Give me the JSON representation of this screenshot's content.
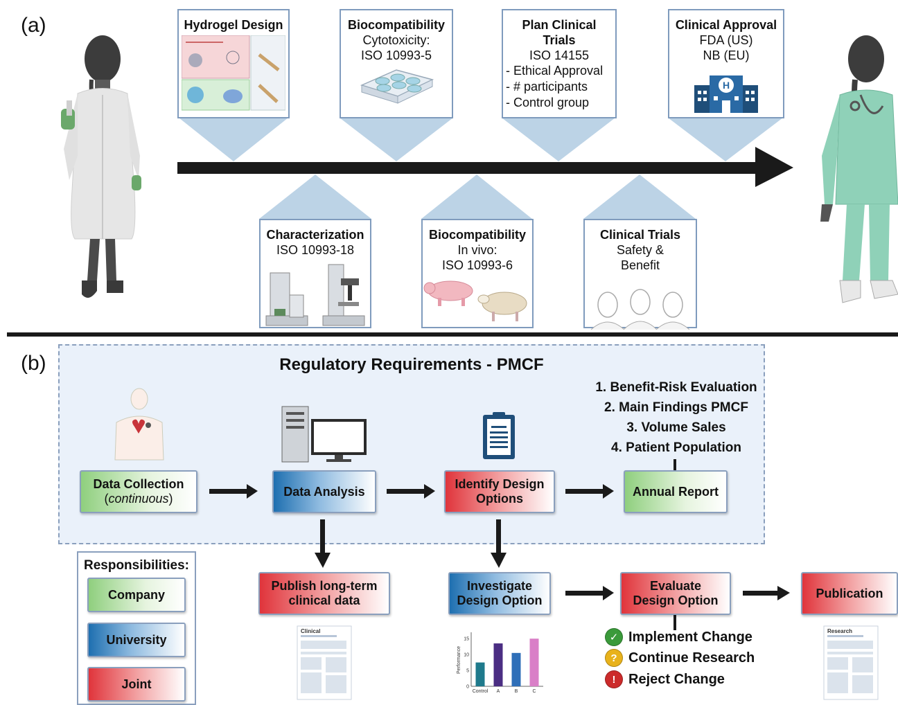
{
  "panel_a": {
    "label": "(a)",
    "top_stages": [
      {
        "title": "Hydrogel Design",
        "lines": []
      },
      {
        "title": "Biocompatibility",
        "lines": [
          "Cytotoxicity:",
          "ISO 10993-5"
        ]
      },
      {
        "title": "Plan Clinical Trials",
        "lines": [
          "ISO 14155"
        ],
        "bullets": [
          "- Ethical Approval",
          "- # participants",
          "- Control group"
        ]
      },
      {
        "title": "Clinical Approval",
        "lines": [
          "FDA (US)",
          "NB (EU)"
        ]
      }
    ],
    "bottom_stages": [
      {
        "title": "Characterization",
        "lines": [
          "ISO 10993-18"
        ]
      },
      {
        "title": "Biocompatibility",
        "lines": [
          "In vivo:",
          "ISO 10993-6"
        ]
      },
      {
        "title": "Clinical Trials",
        "lines": [
          "Safety &",
          "Benefit"
        ]
      }
    ],
    "hospital_letter": "H"
  },
  "panel_b": {
    "label": "(b)",
    "title": "Regulatory Requirements - PMCF",
    "report_items": [
      "1. Benefit-Risk Evaluation",
      "2. Main Findings PMCF",
      "3. Volume Sales",
      "4. Patient Population"
    ],
    "flow": {
      "data_collection": {
        "line1": "Data Collection",
        "line2": "continuous"
      },
      "data_analysis": "Data Analysis",
      "identify_design": [
        "Identify Design",
        "Options"
      ],
      "annual_report": "Annual Report",
      "publish": [
        "Publish long-term",
        "clinical data"
      ],
      "investigate": [
        "Investigate",
        "Design Option"
      ],
      "evaluate": [
        "Evaluate",
        "Design Option"
      ],
      "publication": "Publication"
    },
    "outcomes": [
      {
        "icon": "check-icon",
        "symbol": "✓",
        "label": "Implement Change",
        "color": "#3a9a3a"
      },
      {
        "icon": "question-icon",
        "symbol": "?",
        "label": "Continue Research",
        "color": "#e8b21c"
      },
      {
        "icon": "exclamation-icon",
        "symbol": "!",
        "label": "Reject Change",
        "color": "#cc2b2b"
      }
    ],
    "legend": {
      "title": "Responsibilities:",
      "items": [
        "Company",
        "University",
        "Joint"
      ]
    },
    "doc_thumbs": {
      "left": "Clinical",
      "right": "Research"
    },
    "mini_chart": {
      "ylabel": "Performance",
      "yticks": [
        "0",
        "5",
        "10",
        "15"
      ],
      "ymax": 17,
      "categories": [
        "Control",
        "A",
        "B",
        "C"
      ],
      "values": [
        7.5,
        13.5,
        10.5,
        15
      ],
      "colors": [
        "#1f7a8c",
        "#4b2e83",
        "#2f6fb8",
        "#d97fc7"
      ]
    }
  },
  "colors": {
    "arrow": "#1a1a1a",
    "connector": "#bcd3e6",
    "frame": "#7f9bbd"
  }
}
